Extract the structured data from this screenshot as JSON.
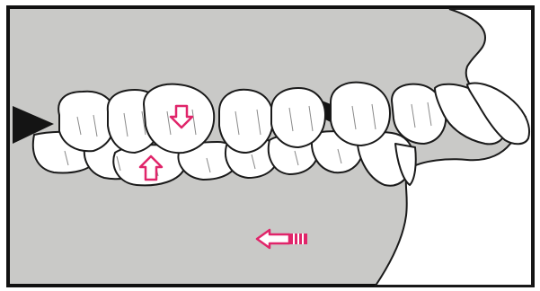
{
  "figure": {
    "kind": "dental occlusion illustration, lateral view of upper and lower dentition",
    "palette": {
      "frame": "#111111",
      "background_gray": "#c9c9c7",
      "tooth_fill": "#ffffff",
      "outline": "#1a1a1a",
      "arrow": "#e0256a",
      "gum_shadow": "#141414"
    },
    "arrows": [
      {
        "id": "upper-molar-arrow",
        "direction": "down"
      },
      {
        "id": "lower-molar-arrow",
        "direction": "up"
      },
      {
        "id": "mesial-drift-arrow",
        "direction": "left"
      }
    ],
    "teeth": {
      "upper_count": 9,
      "lower_count": 8
    }
  }
}
